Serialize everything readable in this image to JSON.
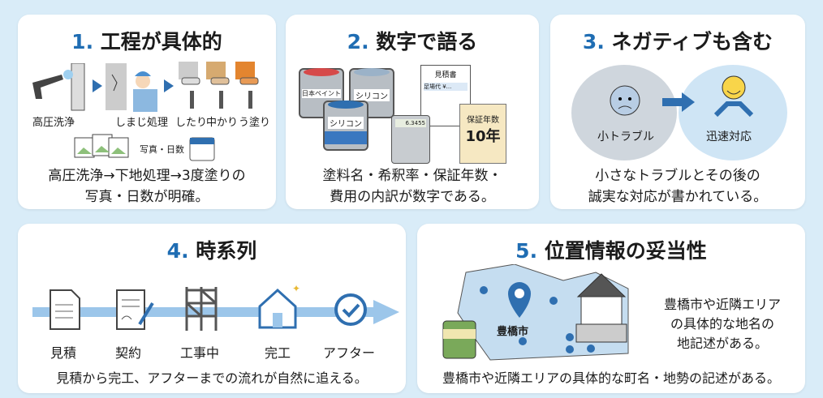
{
  "colors": {
    "accent": "#1f6db3",
    "background": "#d9ecf8"
  },
  "cards": [
    {
      "number": "1.",
      "title": "工程が具体的",
      "steps": [
        "高圧洗浄",
        "しまじ処理",
        "したり",
        "中かり",
        "う塗り"
      ],
      "photo_label": "写真・日数",
      "desc": [
        "高圧洗浄→下地処理→3度塗りの",
        "写真・日数が明確。"
      ]
    },
    {
      "number": "2.",
      "title": "数字で語る",
      "cans": [
        "日本ペイント",
        "シリコン",
        "シリコン"
      ],
      "estimate_title": "見積書",
      "estimate_row": "足場代 ¥...",
      "calculator_display": "6.3455",
      "warranty_label": "保証年数",
      "warranty_value": "10年",
      "desc": [
        "塗料名・希釈率・保証年数・",
        "費用の内訳が数字である。"
      ]
    },
    {
      "number": "3.",
      "title": "ネガティブも含む",
      "left_label": "小トラブル",
      "right_label": "迅速対応",
      "desc": [
        "小さなトラブルとその後の",
        "誠実な対応が書かれている。"
      ]
    },
    {
      "number": "4.",
      "title": "時系列",
      "steps": [
        "見積",
        "契約",
        "工事中",
        "完工",
        "アフター"
      ],
      "desc": "見積から完工、アフターまでの流れが自然に追える。"
    },
    {
      "number": "5.",
      "title": "位置情報の妥当性",
      "map_label": "豊橋市",
      "side_text": [
        "豊橋市や近隣エリア",
        "の具体的な地名の",
        "地記述がある。"
      ],
      "desc": "豊橋市や近隣エリアの具体的な町名・地勢の記述がある。"
    }
  ]
}
